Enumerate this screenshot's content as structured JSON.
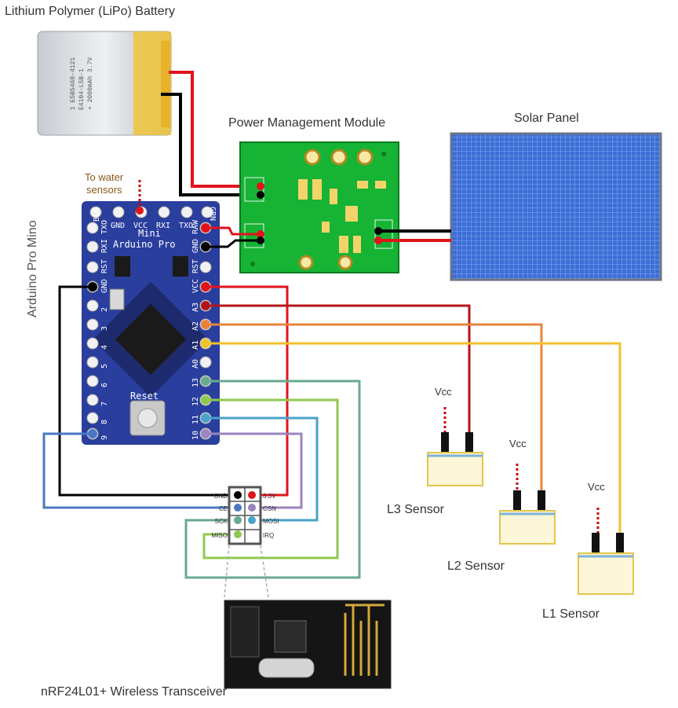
{
  "labels": {
    "battery": "Lithium Polymer (LiPo) Battery",
    "power_module": "Power Management Module",
    "solar_panel": "Solar Panel",
    "water_sensors_line1": "To water",
    "water_sensors_line2": "sensors",
    "arduino": "Arduino Pro Mino",
    "transceiver": "nRF24L01+ Wireless Transceiver",
    "l3": "L3 Sensor",
    "l2": "L2 Sensor",
    "l1": "L1 Sensor",
    "vcc": "Vcc"
  },
  "battery_text": {
    "line1": "1 E5B5460-4121",
    "line2": "E4104-L5B-1",
    "line3": "+ 2000mAh 3.7V"
  },
  "arduino_board": {
    "top_pins": [
      "BLK",
      "GND",
      "VCC",
      "RXI",
      "TXO",
      "GRN"
    ],
    "left_pins": [
      "TXO",
      "RXI",
      "RST",
      "GND",
      "2",
      "3",
      "4",
      "5",
      "6",
      "7",
      "8",
      "9"
    ],
    "right_pins": [
      "RAW",
      "GND",
      "RST",
      "VCC",
      "A3",
      "A2",
      "A1",
      "A0",
      "13",
      "12",
      "11",
      "10"
    ],
    "title_line1": "Mini",
    "title_line2": "Arduino Pro",
    "reset": "Reset"
  },
  "nrf_header": {
    "left_labels": [
      "GND",
      "CE",
      "SCK",
      "MISO"
    ],
    "right_labels": [
      "3.3V",
      "CSN",
      "MOSI",
      "IRQ"
    ]
  },
  "colors": {
    "red": "#e0141b",
    "black": "#000000",
    "dark_red": "#b3141b",
    "orange": "#e8843a",
    "yellow": "#f2c12e",
    "teal": "#6aaa8e",
    "green": "#8ec850",
    "cyan": "#4aa3c9",
    "purple": "#9b84c0",
    "blue": "#4a78c2",
    "pcb_green": "#16b335",
    "arduino_blue": "#2a3e9e",
    "solar_blue": "#3e6fd6"
  }
}
